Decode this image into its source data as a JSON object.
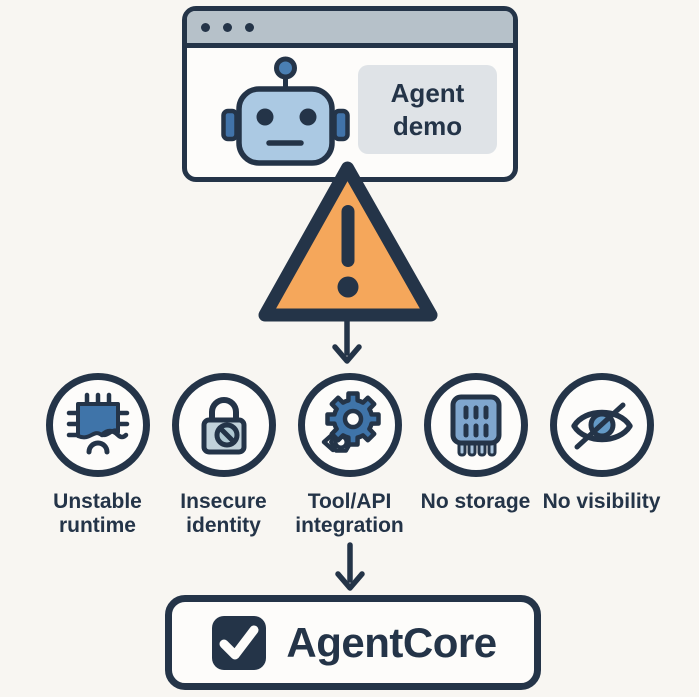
{
  "colors": {
    "navy": "#243448",
    "orange": "#F5A75B",
    "background": "#F8F6F2",
    "panel": "#FDFCFA",
    "titlebar_gray": "#B6C1C9",
    "badge_gray": "#DFE3E7",
    "robot_head_blue": "#ABC9E3",
    "accent_blue": "#4173A9",
    "storage_blue": "#7FA6CE",
    "steel_blue": "#C2D2DA",
    "iris_blue": "#649AC6"
  },
  "browser": {
    "badge_label": "Agent demo",
    "dots": 3,
    "robot_icon": "robot-icon"
  },
  "warning": {
    "icon": "warning-triangle-icon"
  },
  "risks": [
    {
      "label": "Unstable runtime",
      "icon": "chip-unstable-icon"
    },
    {
      "label": "Insecure identity",
      "icon": "lock-insecure-icon"
    },
    {
      "label": "Tool/API integration",
      "icon": "gear-tool-icon"
    },
    {
      "label": "No storage",
      "icon": "storage-chip-icon"
    },
    {
      "label": "No visibility",
      "icon": "eye-slash-icon"
    }
  ],
  "solution": {
    "label": "AgentCore",
    "icon": "checkmark-box-icon"
  }
}
